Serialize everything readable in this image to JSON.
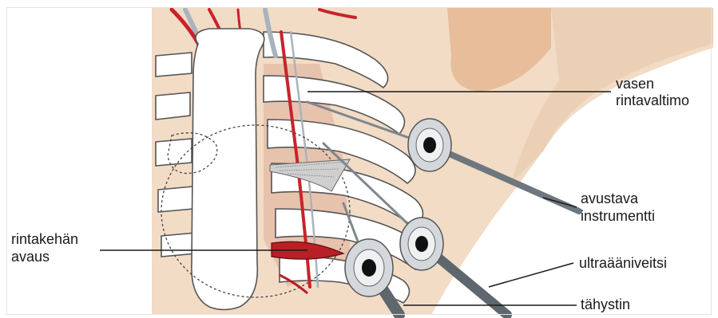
{
  "labels": {
    "vasen_line1": "vasen",
    "vasen_line2": "rintavaltimo",
    "avustava_line1": "avustava",
    "avustava_line2": "instrumentti",
    "ultraaaniveitsi": "ultraääniveitsi",
    "tahystin": "tähystin",
    "rintakehan_line1": "rintakehän",
    "rintakehan_line2": "avaus"
  },
  "colors": {
    "skin": "#f2dcc6",
    "skin_dark": "#e8bc97",
    "bone": "#ffffff",
    "bone_outline": "#555555",
    "artery": "#c8232c",
    "vein": "#a9b3bc",
    "tissue": "#d99c86",
    "instrument": "#8d959c",
    "port": "#c9cdd1"
  }
}
